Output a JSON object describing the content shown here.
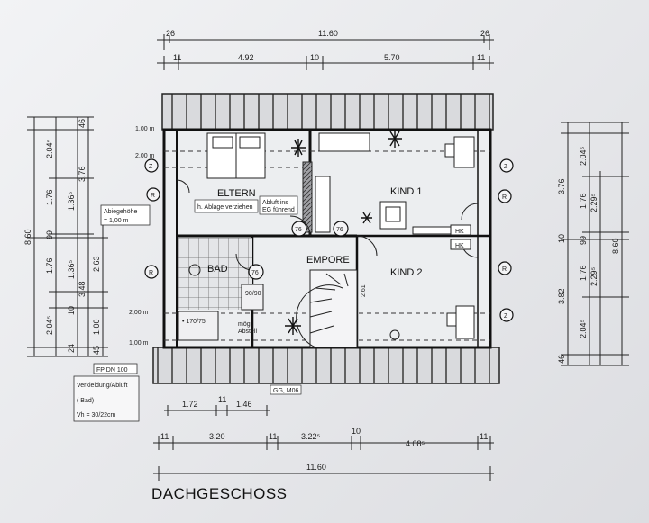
{
  "title": "DACHGESCHOSS",
  "rooms": {
    "eltern": "ELTERN",
    "kind1": "KIND 1",
    "kind2": "KIND 2",
    "bad": "BAD",
    "empore": "EMPORE"
  },
  "notes": {
    "ablage": "h. Ablage verziehen",
    "abluft": "Abluft ins",
    "abluft2": "EG führend",
    "abiegehoehe": "Abiegehöhe",
    "abiegehoehe_val": "= 1,00 m",
    "fp": "FP DN 100",
    "verkleidung": "Verkleidung/Abluft",
    "bad_note": "( Bad)",
    "vh": "Vh = 30/22cm",
    "gg": "GG, M06",
    "hk": "HK",
    "z": "Z",
    "r": "R",
    "num76": "76",
    "wanne": "• 170/75",
    "dusche": "90/90",
    "moegl": "mögl.",
    "abstell": "Abstell",
    "h100": "1,00 m",
    "h200": "2,00 m",
    "stair": "2.61"
  },
  "dims_top": {
    "total": "11.60",
    "end_left": "26",
    "end_right": "26",
    "seg1": "4.92",
    "seg_mid": "10",
    "seg2": "5.70",
    "s11a": "11",
    "s11b": "11"
  },
  "dims_bottom": {
    "total": "11.60",
    "a1": "1.72",
    "a2": "11",
    "a3": "1.46",
    "b1": "3.20",
    "b2": "11",
    "b3": "3.22⁵",
    "b4": "10",
    "b5": "4.08⁵",
    "e1": "11",
    "e2": "11"
  },
  "dims_left": {
    "total": "8.60",
    "o1": "3.76",
    "o2": "2.04⁵",
    "o3": "1.76",
    "o4": "1.36⁵",
    "o5": "99",
    "o6": "1.76",
    "o7": "1.36⁵",
    "o8": "2.04⁵",
    "o9": "3.48",
    "o10": "2.63",
    "o11": "10",
    "o12": "1.00",
    "o13": "45",
    "o14": "24",
    "o15": "46"
  },
  "dims_right": {
    "total": "8.60",
    "r1": "3.76",
    "r2": "2.04⁵",
    "r3": "1.76",
    "r4": "2.29⁵",
    "r5": "10",
    "r6": "99",
    "r7": "3.82",
    "r8": "1.76",
    "r9": "2.29⁵",
    "r10": "2.04⁵",
    "r11": "46"
  }
}
